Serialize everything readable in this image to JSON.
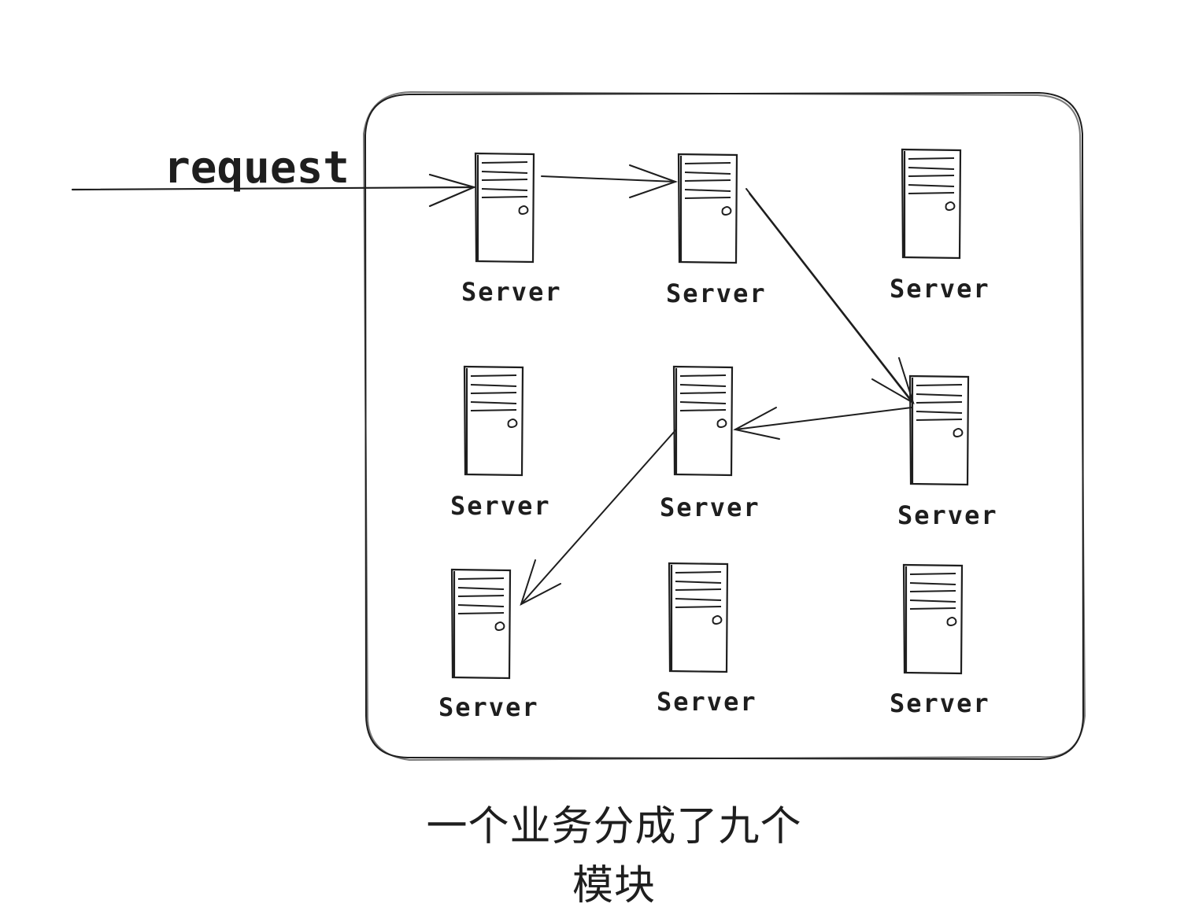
{
  "diagram": {
    "request_label": "request",
    "caption": "一个业务分成了九个模块",
    "server_label": "Server",
    "servers": [
      {
        "id": "s1",
        "label": "Server"
      },
      {
        "id": "s2",
        "label": "Server"
      },
      {
        "id": "s3",
        "label": "Server"
      },
      {
        "id": "s4",
        "label": "Server"
      },
      {
        "id": "s5",
        "label": "Server"
      },
      {
        "id": "s6",
        "label": "Server"
      },
      {
        "id": "s7",
        "label": "Server"
      },
      {
        "id": "s8",
        "label": "Server"
      },
      {
        "id": "s9",
        "label": "Server"
      }
    ],
    "flow": [
      {
        "from": "request",
        "to": "s1"
      },
      {
        "from": "s1",
        "to": "s2"
      },
      {
        "from": "s2",
        "to": "s6"
      },
      {
        "from": "s6",
        "to": "s5"
      },
      {
        "from": "s5",
        "to": "s7"
      }
    ],
    "stroke_color": "#1e1e1e"
  }
}
